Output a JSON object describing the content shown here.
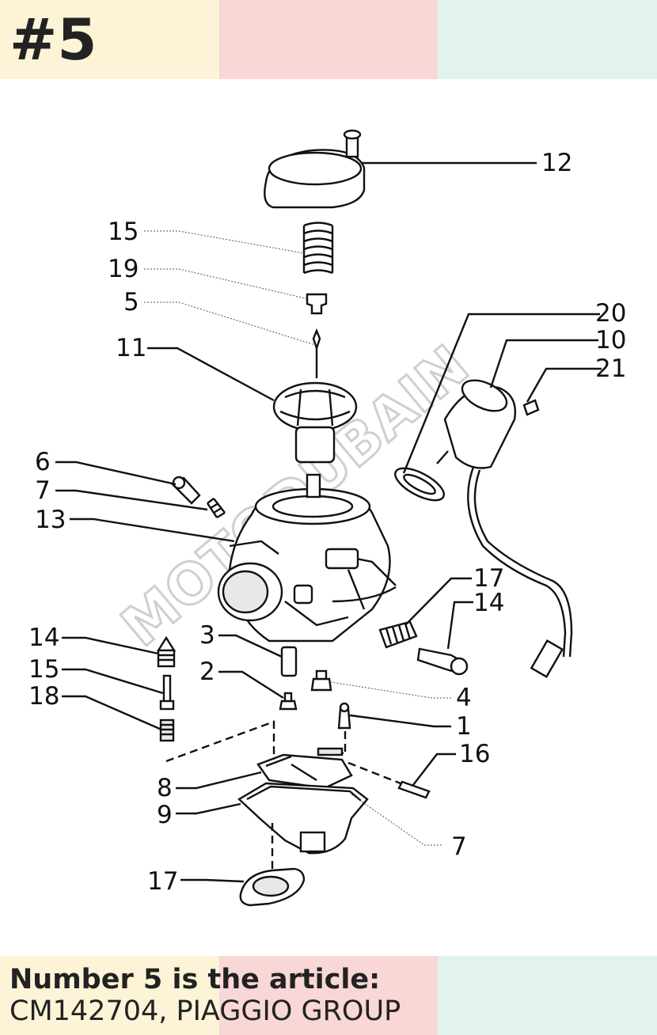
{
  "badge": "#5",
  "colors": {
    "band_yellow": "#fdf4d8",
    "band_pink": "#f9d7d6",
    "band_mint": "#e1f3ec",
    "ink": "#222222"
  },
  "caption": {
    "title": "Number 5 is the article:",
    "subtitle": "CM142704, PIAGGIO GROUP"
  },
  "callouts": {
    "c12": "12",
    "c15a": "15",
    "c19": "19",
    "c5": "5",
    "c11": "11",
    "c20": "20",
    "c10": "10",
    "c21": "21",
    "c6": "6",
    "c7a": "7",
    "c13": "13",
    "c17a": "17",
    "c14a": "14",
    "c14b": "14",
    "c15b": "15",
    "c18": "18",
    "c3": "3",
    "c2": "2",
    "c4": "4",
    "c1": "1",
    "c16": "16",
    "c8": "8",
    "c9": "9",
    "c7b": "7",
    "c17b": "17"
  }
}
